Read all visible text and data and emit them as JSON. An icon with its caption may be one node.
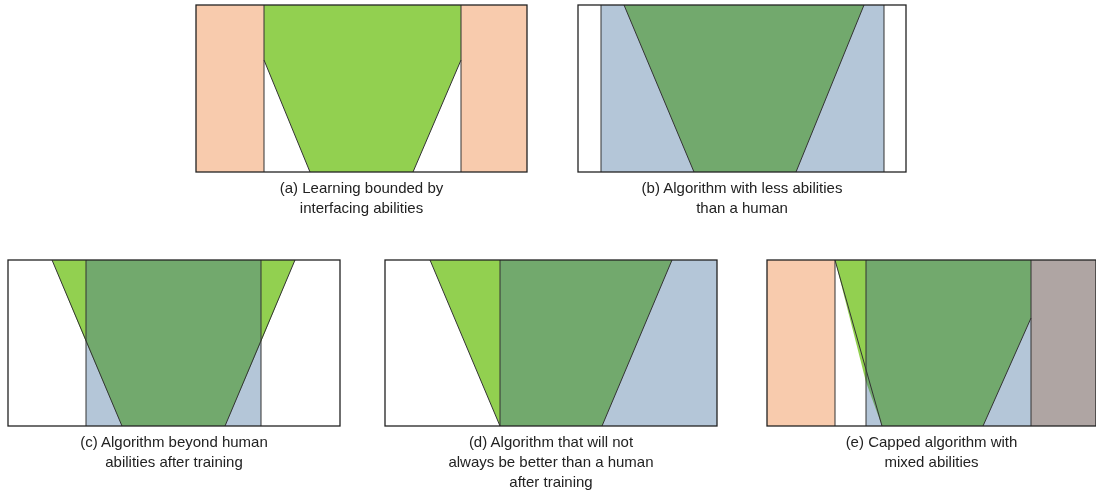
{
  "diagram": {
    "labels": [
      "(a) Learning bounded by interfacing abilities",
      "(b) Algorithm with less abilities than a human",
      "(c) Algorithm beyond human abilities after training",
      "(d) Algorithm that will not always be better than a human after training",
      "(e) Capped algorithm with mixed abilities"
    ]
  }
}
